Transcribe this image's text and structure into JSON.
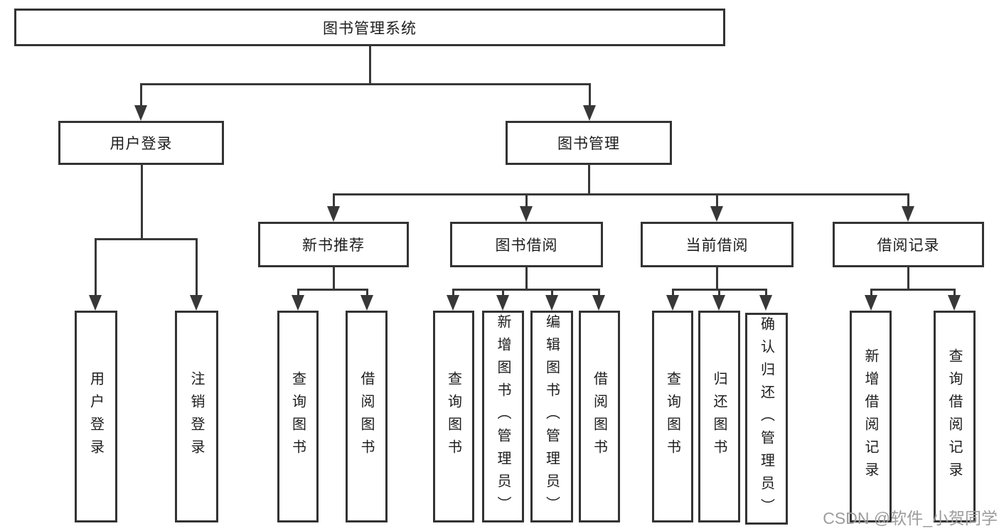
{
  "diagram": {
    "root": {
      "label": "图书管理系统"
    },
    "user_login": {
      "label": "用户登录",
      "children": {
        "login": "用户登录",
        "logout": "注销登录"
      }
    },
    "book_mgmt": {
      "label": "图书管理",
      "sections": {
        "new_book": {
          "label": "新书推荐",
          "children": {
            "query": "查询图书",
            "borrow": "借阅图书"
          }
        },
        "borrowing": {
          "label": "图书借阅",
          "children": {
            "query": "查询图书",
            "add": "新增图书（管理员）",
            "edit": "编辑图书（管理员）",
            "borrow": "借阅图书"
          }
        },
        "current": {
          "label": "当前借阅",
          "children": {
            "query": "查询图书",
            "return": "归还图书",
            "confirm": "确认归还（管理员）"
          }
        },
        "records": {
          "label": "借阅记录",
          "children": {
            "add": "新增借阅记录",
            "query": "查询借阅记录"
          }
        }
      }
    }
  },
  "watermark": {
    "text": "CSDN @软件_小贺同学"
  },
  "colors": {
    "line": "#383838",
    "border": "#333333",
    "text": "#1d1d1d",
    "watermark": "#9c9c9c",
    "background": "#ffffff"
  }
}
